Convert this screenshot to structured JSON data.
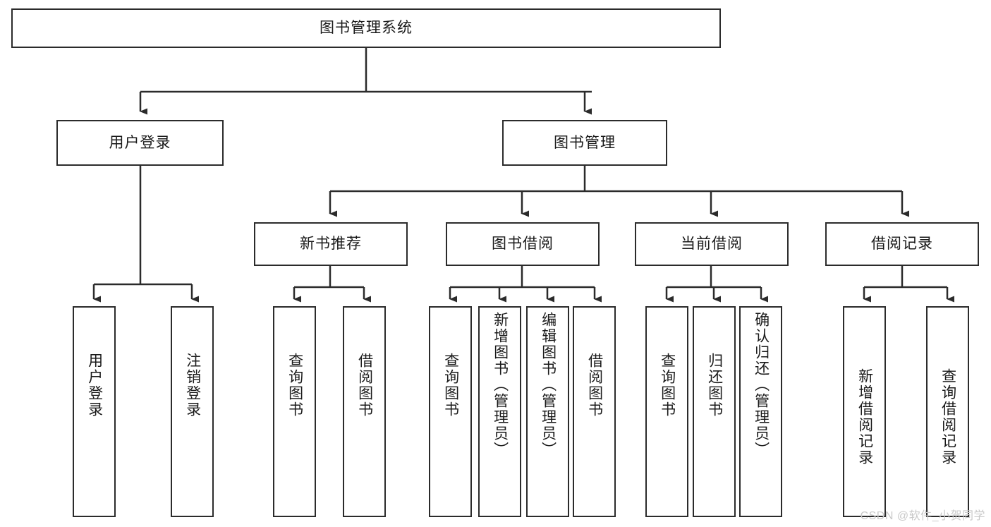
{
  "diagram": {
    "title": "图书管理系统",
    "type": "tree",
    "watermark": "CSDN @软件_小贺同学",
    "colors": {
      "stroke": "#2b2b2b",
      "fill": "#ffffff",
      "text": "#1a1a1a",
      "watermark": "#c9c9c9"
    },
    "root": {
      "label": "图书管理系统"
    },
    "level2": [
      {
        "label": "用户登录"
      },
      {
        "label": "图书管理"
      }
    ],
    "level3": [
      {
        "label": "新书推荐"
      },
      {
        "label": "图书借阅"
      },
      {
        "label": "当前借阅"
      },
      {
        "label": "借阅记录"
      }
    ],
    "leaves": {
      "user_login": [
        {
          "label": "用户登录"
        },
        {
          "label": "注销登录"
        }
      ],
      "new_book": [
        {
          "label": "查询图书"
        },
        {
          "label": "借阅图书"
        }
      ],
      "book_borrow": [
        {
          "label": "查询图书"
        },
        {
          "label": "新增图书（管理员）"
        },
        {
          "label": "编辑图书（管理员）"
        },
        {
          "label": "借阅图书"
        }
      ],
      "current_borrow": [
        {
          "label": "查询图书"
        },
        {
          "label": "归还图书"
        },
        {
          "label": "确认归还（管理员）"
        }
      ],
      "borrow_record": [
        {
          "label": "新增借阅记录"
        },
        {
          "label": "查询借阅记录"
        }
      ]
    }
  }
}
